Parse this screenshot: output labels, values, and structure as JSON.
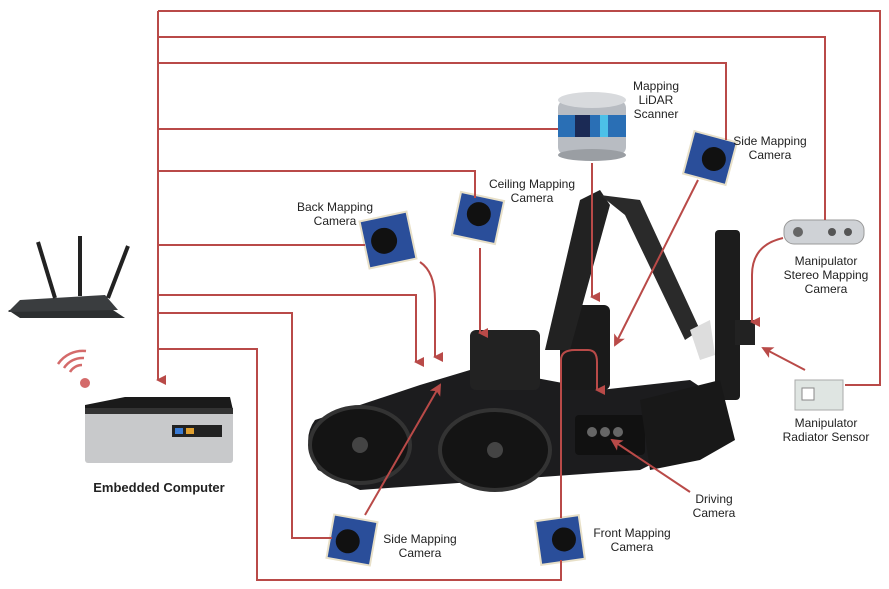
{
  "colors": {
    "wire": "#b94a48",
    "camera_board": "#2a4e9a",
    "robot_body": "#1c1c1e"
  },
  "labels": {
    "lidar": "Mapping\nLiDAR\nScanner",
    "side_camera_top": "Side Mapping\nCamera",
    "ceiling_camera": "Ceiling Mapping\nCamera",
    "back_camera": "Back Mapping\nCamera",
    "stereo_camera": "Manipulator\nStereo Mapping\nCamera",
    "radiator_sensor": "Manipulator\nRadiator Sensor",
    "driving_camera": "Driving\nCamera",
    "front_camera": "Front Mapping\nCamera",
    "side_camera_bottom": "Side Mapping\nCamera",
    "embedded_computer": "Embedded Computer"
  },
  "devices": [
    {
      "id": "router",
      "icon": "wifi-router-icon"
    },
    {
      "id": "wifi",
      "icon": "wifi-signal-icon"
    },
    {
      "id": "computer",
      "icon": "mini-pc-icon"
    },
    {
      "id": "robot",
      "icon": "tracked-robot-icon"
    },
    {
      "id": "lidar",
      "icon": "lidar-scanner-icon"
    },
    {
      "id": "stereo",
      "icon": "stereo-camera-icon"
    },
    {
      "id": "radiator",
      "icon": "radiation-sensor-icon"
    }
  ]
}
